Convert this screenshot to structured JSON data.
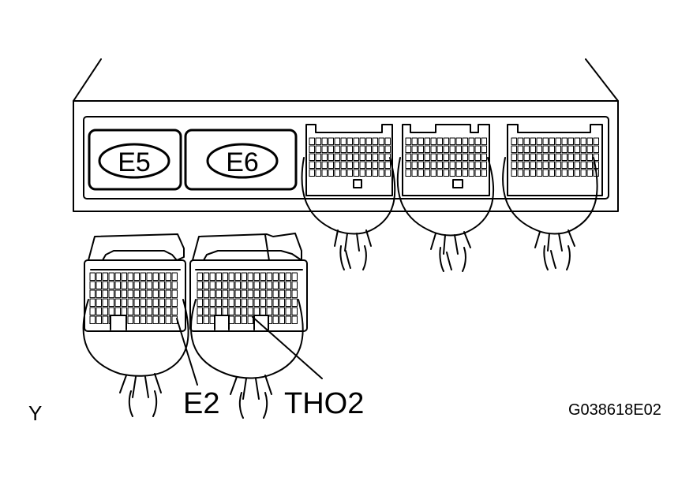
{
  "ecu": {
    "badges": [
      {
        "id": "e5",
        "label": "E5"
      },
      {
        "id": "e6",
        "label": "E6"
      }
    ]
  },
  "callouts": {
    "e2": "E2",
    "tho2": "THO2"
  },
  "corner_mark": "Y",
  "figure_id": "G038618E02",
  "colors": {
    "ink": "#000000",
    "paper": "#ffffff"
  }
}
